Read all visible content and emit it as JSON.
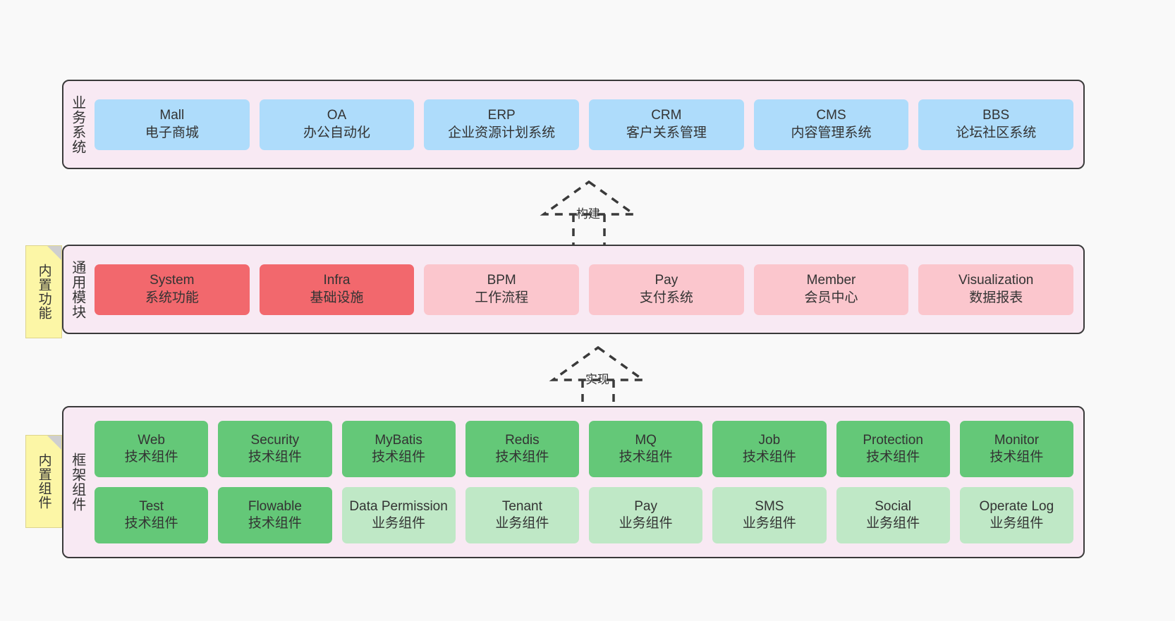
{
  "diagram": {
    "background_color": "#f9f9f9",
    "layer_fill": "#f8e9f3",
    "layer_border": "#3a3a3a",
    "note_fill": "#fcf6a6",
    "colors": {
      "blue": "#aedcfb",
      "red_strong": "#f2686d",
      "red_light": "#fbc6cd",
      "green_strong": "#64c878",
      "green_light": "#bfe8c6"
    }
  },
  "notes": [
    {
      "id": "built-in-features",
      "text": "内置功能"
    },
    {
      "id": "built-in-components",
      "text": "内置组件"
    }
  ],
  "connectors": [
    {
      "id": "build",
      "label": "构建"
    },
    {
      "id": "implement",
      "label": "实现"
    }
  ],
  "layers": [
    {
      "id": "business-systems",
      "label": "业务系统",
      "rows": [
        [
          {
            "title": "Mall",
            "subtitle": "电子商城",
            "color": "#aedcfb"
          },
          {
            "title": "OA",
            "subtitle": "办公自动化",
            "color": "#aedcfb"
          },
          {
            "title": "ERP",
            "subtitle": "企业资源计划系统",
            "color": "#aedcfb"
          },
          {
            "title": "CRM",
            "subtitle": "客户关系管理",
            "color": "#aedcfb"
          },
          {
            "title": "CMS",
            "subtitle": "内容管理系统",
            "color": "#aedcfb"
          },
          {
            "title": "BBS",
            "subtitle": "论坛社区系统",
            "color": "#aedcfb"
          }
        ]
      ]
    },
    {
      "id": "common-modules",
      "label": "通用模块",
      "rows": [
        [
          {
            "title": "System",
            "subtitle": "系统功能",
            "color": "#f2686d"
          },
          {
            "title": "Infra",
            "subtitle": "基础设施",
            "color": "#f2686d"
          },
          {
            "title": "BPM",
            "subtitle": "工作流程",
            "color": "#fbc6cd"
          },
          {
            "title": "Pay",
            "subtitle": "支付系统",
            "color": "#fbc6cd"
          },
          {
            "title": "Member",
            "subtitle": "会员中心",
            "color": "#fbc6cd"
          },
          {
            "title": "Visualization",
            "subtitle": "数据报表",
            "color": "#fbc6cd"
          }
        ]
      ]
    },
    {
      "id": "framework-components",
      "label": "框架组件",
      "rows": [
        [
          {
            "title": "Web",
            "subtitle": "技术组件",
            "color": "#64c878"
          },
          {
            "title": "Security",
            "subtitle": "技术组件",
            "color": "#64c878"
          },
          {
            "title": "MyBatis",
            "subtitle": "技术组件",
            "color": "#64c878"
          },
          {
            "title": "Redis",
            "subtitle": "技术组件",
            "color": "#64c878"
          },
          {
            "title": "MQ",
            "subtitle": "技术组件",
            "color": "#64c878"
          },
          {
            "title": "Job",
            "subtitle": "技术组件",
            "color": "#64c878"
          },
          {
            "title": "Protection",
            "subtitle": "技术组件",
            "color": "#64c878"
          },
          {
            "title": "Monitor",
            "subtitle": "技术组件",
            "color": "#64c878"
          }
        ],
        [
          {
            "title": "Test",
            "subtitle": "技术组件",
            "color": "#64c878"
          },
          {
            "title": "Flowable",
            "subtitle": "技术组件",
            "color": "#64c878"
          },
          {
            "title": "Data Permission",
            "subtitle": "业务组件",
            "color": "#bfe8c6"
          },
          {
            "title": "Tenant",
            "subtitle": "业务组件",
            "color": "#bfe8c6"
          },
          {
            "title": "Pay",
            "subtitle": "业务组件",
            "color": "#bfe8c6"
          },
          {
            "title": "SMS",
            "subtitle": "业务组件",
            "color": "#bfe8c6"
          },
          {
            "title": "Social",
            "subtitle": "业务组件",
            "color": "#bfe8c6"
          },
          {
            "title": "Operate Log",
            "subtitle": "业务组件",
            "color": "#bfe8c6"
          }
        ]
      ]
    }
  ]
}
